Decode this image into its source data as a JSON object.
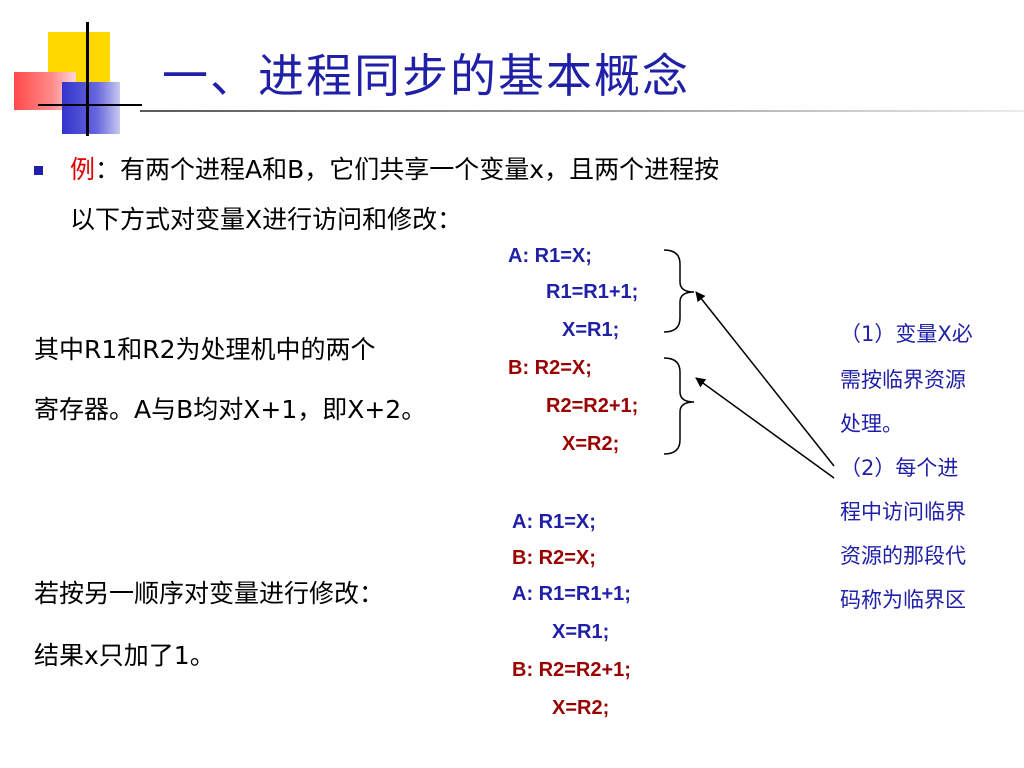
{
  "title": "一、进程同步的基本概念",
  "intro": {
    "label": "例",
    "line1_rest": "：有两个进程A和B，它们共享一个变量x，且两个进程按",
    "line2": "以下方式对变量X进行访问和修改："
  },
  "explanation": {
    "line1": "其中R1和R2为处理机中的两个",
    "line2": "寄存器。A与B均对X+1，即X+2。"
  },
  "alt_order": {
    "line1": "若按另一顺序对变量进行修改：",
    "line2": "结果x只加了1。"
  },
  "code_block_1": {
    "a_line1": "A:  R1=X;",
    "a_line2": "R1=R1+1;",
    "a_line3": "X=R1;",
    "b_line1": "B:  R2=X;",
    "b_line2": "R2=R2+1;",
    "b_line3": "X=R2;"
  },
  "code_block_2": {
    "line1": "A:  R1=X;",
    "line2": "B:  R2=X;",
    "line3": "A:  R1=R1+1;",
    "line4": "X=R1;",
    "line5": "B:  R2=R2+1;",
    "line6": "X=R2;"
  },
  "notes": {
    "n1_l1": "（1）变量X必",
    "n1_l2": "需按临界资源",
    "n1_l3": "处理。",
    "n2_l1": "（2）每个进",
    "n2_l2": "程中访问临界",
    "n2_l3": "资源的那段代",
    "n2_l4": "码称为临界区"
  },
  "colors": {
    "title": "#1f1fa8",
    "highlight_red": "#e00000",
    "code_blue": "#1f1fa8",
    "code_red": "#9a0000"
  }
}
